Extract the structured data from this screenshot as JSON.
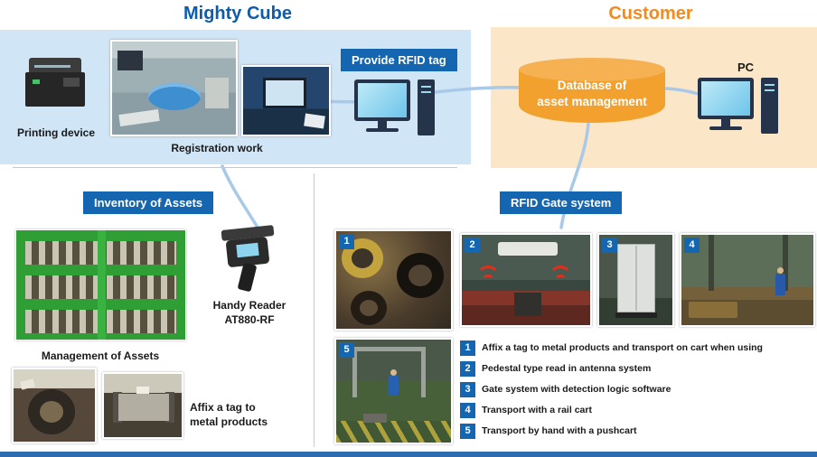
{
  "headers": {
    "mighty_cube": "Mighty Cube",
    "customer": "Customer"
  },
  "left_panel": {
    "printing_device_label": "Printing device",
    "registration_label": "Registration work"
  },
  "provide_rfid": {
    "badge": "Provide RFID tag"
  },
  "customer_panel": {
    "database_line1": "Database of",
    "database_line2": "asset management",
    "pc_label": "PC"
  },
  "inventory": {
    "badge": "Inventory of Assets",
    "handy_reader_line1": "Handy Reader",
    "handy_reader_line2": "AT880-RF",
    "management_label": "Management of Assets",
    "affix_line1": "Affix a tag to",
    "affix_line2": "metal products"
  },
  "gate_system": {
    "badge": "RFID Gate system",
    "items": [
      {
        "num": "1",
        "text": "Affix a tag to metal products and transport on cart when using"
      },
      {
        "num": "2",
        "text": "Pedestal type read in antenna system"
      },
      {
        "num": "3",
        "text": "Gate system with detection logic software"
      },
      {
        "num": "4",
        "text": "Transport with a rail cart"
      },
      {
        "num": "5",
        "text": "Transport by hand with a pushcart"
      }
    ]
  },
  "colors": {
    "header_blue": "#0d5cad",
    "header_orange": "#f28a1c",
    "badge_blue": "#1566b0",
    "panel_blue": "#d0e5f5",
    "panel_orange": "#fbe7c8",
    "database_orange": "#f2a02e",
    "connector_blue": "#a9c9e8"
  }
}
